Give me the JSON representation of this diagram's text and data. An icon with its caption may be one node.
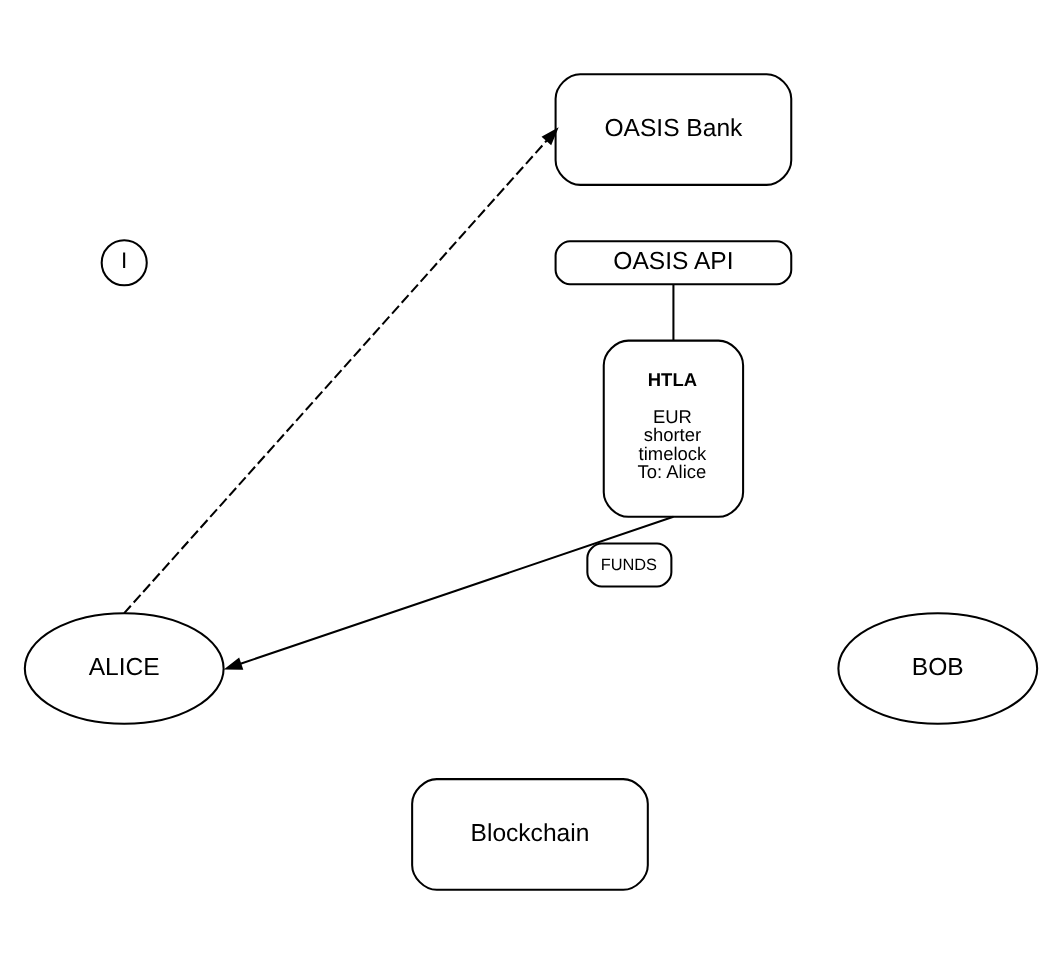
{
  "diagram": {
    "nodes": [
      {
        "text": [
          "OASIS Bank"
        ]
      },
      {
        "text": [
          "OASIS API"
        ]
      },
      {
        "text": [
          "HTLA",
          "EUR shorter timelock To: Alice"
        ]
      },
      {
        "text": [
          "I"
        ]
      },
      {
        "text": [
          "ALICE"
        ]
      },
      {
        "text": [
          "BOB"
        ]
      },
      {
        "text": [
          "Blockchain"
        ]
      }
    ],
    "edges": [
      {
        "from": 4,
        "to": 0,
        "arrow": "to",
        "style": "dashed"
      },
      {
        "from": 1,
        "to": 2,
        "arrow": "none"
      },
      {
        "from": 2,
        "to": 4,
        "arrow": "to",
        "label": "FUNDS"
      }
    ]
  }
}
